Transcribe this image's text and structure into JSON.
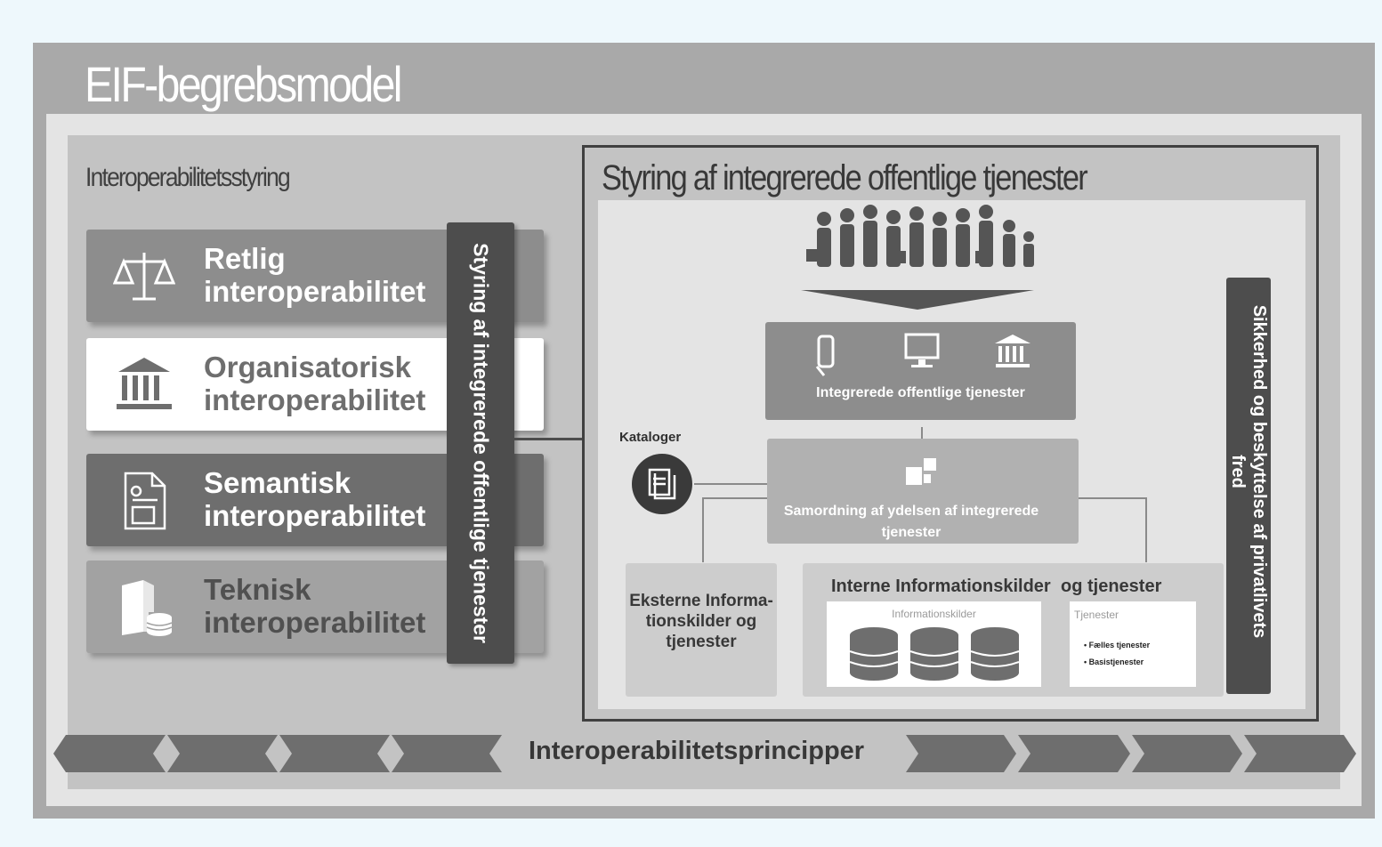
{
  "title": "EIF-begrebsmodel",
  "governance_label": "Interoperabilitetsstyring",
  "layers": [
    {
      "line1": "Retlig",
      "line2": "interoperabilitet",
      "icon": "scales-icon"
    },
    {
      "line1": "Organisatorisk",
      "line2": "interoperabilitet",
      "icon": "institution-icon"
    },
    {
      "line1": "Semantisk",
      "line2": "interoperabilitet",
      "icon": "document-icon"
    },
    {
      "line1": "Teknisk",
      "line2": "interoperabilitet",
      "icon": "server-icon"
    }
  ],
  "vertical_bar_left": "Styring af integrerede offentlige tjenester",
  "right_panel": {
    "title": "Styring af integrerede offentlige tjenester",
    "services_label": "Integrerede offentlige tjenester",
    "coordination_label": "Samordning af ydelsen af integrerede tjenester",
    "catalogs_label": "Kataloger",
    "external_label": "Eksterne Informa-tionskilder og tjenester",
    "internal_heading_part1": "Interne  Informationskilder",
    "internal_heading_part2": "og tjenester",
    "sources_label": "Informationskilder",
    "services_box_label": "Tjenester",
    "services_list": [
      "Fælles tjenester",
      "Basistjenester"
    ]
  },
  "vertical_bar_right": "Sikkerhed og beskyttelse af privatlivets fred",
  "principles_label": "Interoperabilitetsprincipper",
  "colors": {
    "outer": "#a9a9a9",
    "inner": "#c3c3c3",
    "dark_bar": "#4d4d4d",
    "layer_retlig": "#8d8d8d",
    "layer_organisatorisk": "#ffffff",
    "layer_semantisk": "#6e6e6e",
    "layer_teknisk": "#a2a2a2"
  }
}
